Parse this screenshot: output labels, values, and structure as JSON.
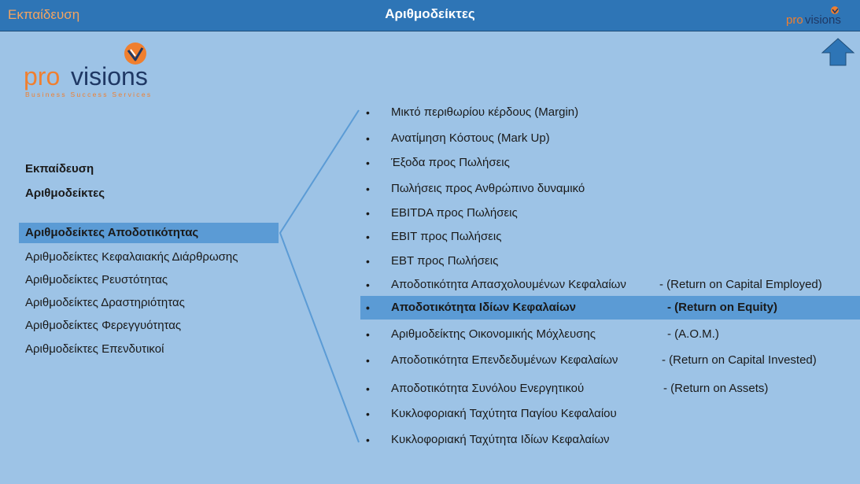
{
  "header": {
    "left_title": "Εκπαίδευση",
    "center_title": "Αριθμοδείκτες",
    "small_logo_text": "provisions"
  },
  "logo": {
    "brand_pro": "pro",
    "brand_visions": "visions",
    "tagline": "Business Success Services"
  },
  "nav": {
    "headings": [
      "Εκπαίδευση",
      "Αριθμοδείκτες"
    ],
    "items": [
      {
        "label": "Αριθμοδείκτες Αποδοτικότητας",
        "active": true
      },
      {
        "label": "Αριθμοδείκτες Κεφαλαιακής Διάρθρωσης",
        "active": false
      },
      {
        "label": "Αριθμοδείκτες Ρευστότητας",
        "active": false
      },
      {
        "label": "Αριθμοδείκτες Δραστηριότητας",
        "active": false
      },
      {
        "label": "Αριθμοδείκτες Φερεγγυότητας",
        "active": false
      },
      {
        "label": "Αριθμοδείκτες Επενδυτικοί",
        "active": false
      }
    ]
  },
  "ratios": [
    {
      "bullet": "•",
      "name": "Μικτό περιθωρίου κέρδους (Margin)",
      "abbr": ""
    },
    {
      "bullet": "•",
      "name": "Ανατίμηση Κόστους (Mark Up)",
      "abbr": ""
    },
    {
      "bullet": "•",
      "name": "Έξοδα προς Πωλήσεις",
      "abbr": ""
    },
    {
      "bullet": "•",
      "name": "Πωλήσεις προς Ανθρώπινο δυναμικό",
      "abbr": ""
    },
    {
      "bullet": "•",
      "name": "EBITDA προς Πωλήσεις",
      "abbr": ""
    },
    {
      "bullet": "•",
      "name": "EBIT προς Πωλήσεις",
      "abbr": ""
    },
    {
      "bullet": "•",
      "name": "EBT προς Πωλήσεις",
      "abbr": ""
    },
    {
      "bullet": "•",
      "name": "Αποδοτικότητα Απασχολουμένων Κεφαλαίων",
      "abbr": "- (Return on Capital Employed)"
    },
    {
      "bullet": "•",
      "name": "Αποδοτικότητα  Ιδίων Κεφαλαίων",
      "abbr": "- (Return on Equity)",
      "active": true
    },
    {
      "bullet": "•",
      "name": "Αριθμοδείκτης Οικονομικής Μόχλευσης",
      "abbr": "- (Α.Ο.Μ.)"
    },
    {
      "bullet": "•",
      "name": "Αποδοτικότητα Επενδεδυμένων Κεφαλαίων",
      "abbr": "- (Return on Capital Invested)"
    },
    {
      "bullet": "•",
      "name": "Αποδοτικότητα Συνόλου Ενεργητικού",
      "abbr": "- (Return on Assets)"
    },
    {
      "bullet": "•",
      "name": "Κυκλοφοριακή Ταχύτητα Παγίου Κεφαλαίου",
      "abbr": ""
    },
    {
      "bullet": "•",
      "name": "Κυκλοφοριακή Ταχύτητα Ιδίων Κεφαλαίων",
      "abbr": ""
    }
  ],
  "colors": {
    "background": "#9dc3e6",
    "header": "#2e75b6",
    "highlight": "#5b9bd5",
    "accent_orange": "#f07f2f",
    "logo_navy": "#1f3864"
  }
}
